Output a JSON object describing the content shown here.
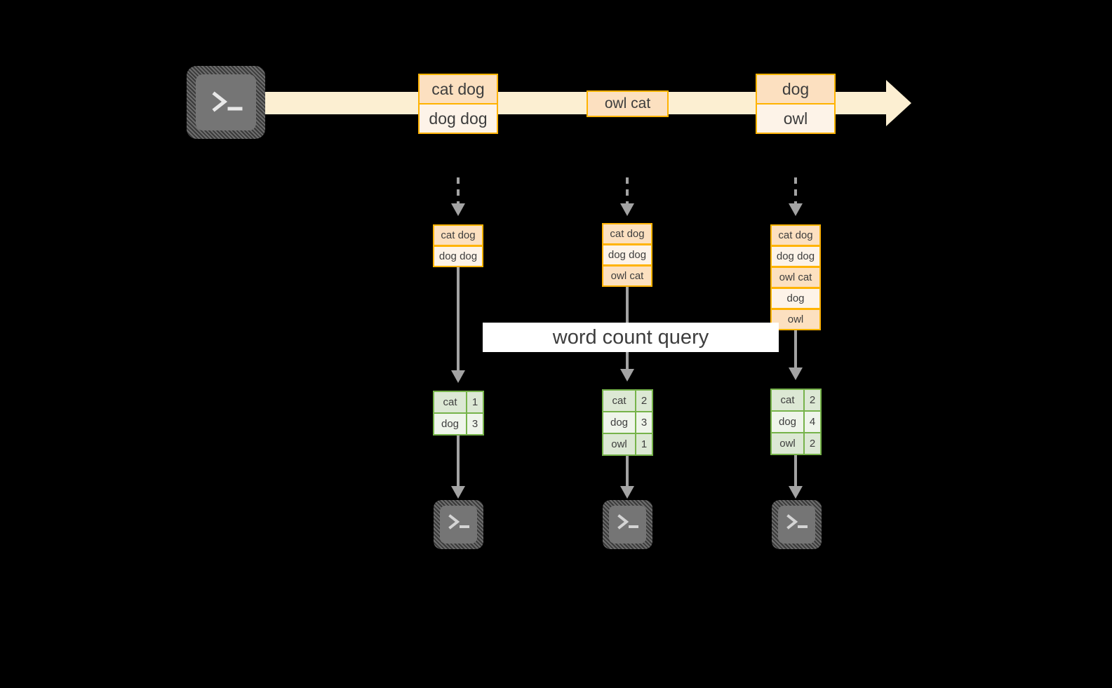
{
  "diagram": {
    "title_label": "word count query",
    "colors": {
      "background": "#000000",
      "stream_fill": "#FCEFD2",
      "record_border": "#FFB300",
      "record_fill_dark": "#FCE0C0",
      "record_fill_light": "#FDF3E8",
      "table_border": "#76B34A",
      "table_fill_dark": "#DCE8D4",
      "table_fill_light": "#EFF5EB",
      "connector": "#A3A3A3",
      "icon_face": "#757575",
      "label_band": "#FFFFFF"
    },
    "producer": {
      "icon": "terminal-icon",
      "prompt": ">_"
    },
    "stream": {
      "groups": [
        {
          "records": [
            {
              "text": "cat dog",
              "shade": "dark"
            },
            {
              "text": "dog dog",
              "shade": "light"
            }
          ]
        },
        {
          "records": [
            {
              "text": "owl cat",
              "shade": "dark"
            }
          ]
        },
        {
          "records": [
            {
              "text": "dog",
              "shade": "dark"
            },
            {
              "text": "owl",
              "shade": "light"
            }
          ]
        }
      ]
    },
    "snapshots": [
      {
        "records": [
          {
            "text": "cat dog",
            "shade": "dark"
          },
          {
            "text": "dog dog",
            "shade": "light"
          }
        ],
        "result": {
          "rows": [
            {
              "key": "cat",
              "value": "1",
              "shade": "dark"
            },
            {
              "key": "dog",
              "value": "3",
              "shade": "light"
            }
          ]
        },
        "consumer": {
          "icon": "terminal-icon",
          "prompt": ">_"
        }
      },
      {
        "records": [
          {
            "text": "cat dog",
            "shade": "dark"
          },
          {
            "text": "dog dog",
            "shade": "light"
          },
          {
            "text": "owl cat",
            "shade": "dark"
          }
        ],
        "result": {
          "rows": [
            {
              "key": "cat",
              "value": "2",
              "shade": "dark"
            },
            {
              "key": "dog",
              "value": "3",
              "shade": "light"
            },
            {
              "key": "owl",
              "value": "1",
              "shade": "dark"
            }
          ]
        },
        "consumer": {
          "icon": "terminal-icon",
          "prompt": ">_"
        }
      },
      {
        "records": [
          {
            "text": "cat dog",
            "shade": "dark"
          },
          {
            "text": "dog dog",
            "shade": "light"
          },
          {
            "text": "owl cat",
            "shade": "dark"
          },
          {
            "text": "dog",
            "shade": "light"
          },
          {
            "text": "owl",
            "shade": "dark"
          }
        ],
        "result": {
          "rows": [
            {
              "key": "cat",
              "value": "2",
              "shade": "dark"
            },
            {
              "key": "dog",
              "value": "4",
              "shade": "light"
            },
            {
              "key": "owl",
              "value": "2",
              "shade": "dark"
            }
          ]
        },
        "consumer": {
          "icon": "terminal-icon",
          "prompt": ">_"
        }
      }
    ]
  }
}
